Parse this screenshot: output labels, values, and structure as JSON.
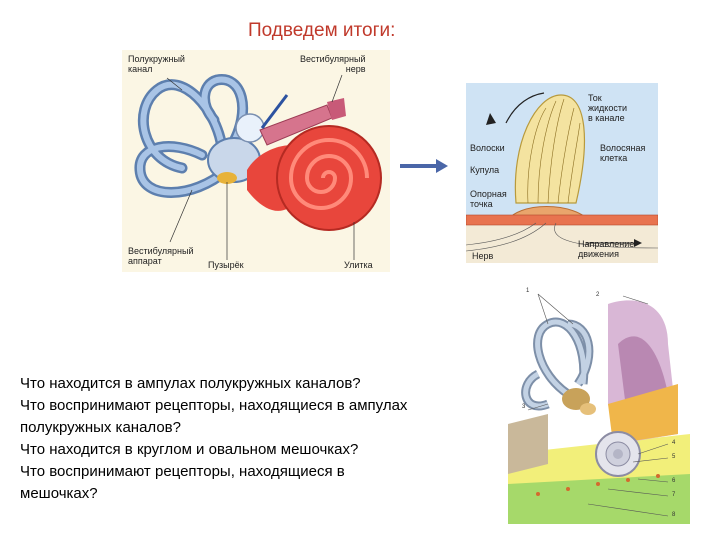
{
  "title": "Подведем итоги:",
  "ear_figure": {
    "labels": {
      "semicircular_canal": [
        "Полукружный",
        "канал"
      ],
      "vestibular_nerve": [
        "Вестибулярный",
        "нерв"
      ],
      "vestibular_apparatus": [
        "Вестибулярный",
        "аппарат"
      ],
      "vesicle": "Пузырёк",
      "cochlea": "Улитка"
    }
  },
  "cupula_figure": {
    "labels": {
      "fluid_flow": [
        "Ток",
        "жидкости",
        "в канале"
      ],
      "hairs": "Волоски",
      "cupula": "Купула",
      "hair_cell": [
        "Волосяная",
        "клетка"
      ],
      "support_point": [
        "Опорная",
        "точка"
      ],
      "nerve": "Нерв",
      "movement_direction": [
        "Направление",
        "движения"
      ]
    }
  },
  "labyrinth_figure": {
    "numbers": [
      "1",
      "2",
      "3",
      "4",
      "5",
      "6",
      "7",
      "8"
    ]
  },
  "questions": [
    "Что находится в ампулах полукружных каналов?",
    "Что воспринимают рецепторы, находящиеся в ампулах",
    "полукружных каналов?",
    "Что находится в круглом и овальном мешочках?",
    "Что воспринимают рецепторы, находящиеся в",
    "мешочках?"
  ],
  "colors": {
    "title": "#c0392b",
    "canal_blue": "#8fb0d6",
    "cochlea_red": "#e8463c",
    "cupula_yellow": "#f4e3a0"
  }
}
